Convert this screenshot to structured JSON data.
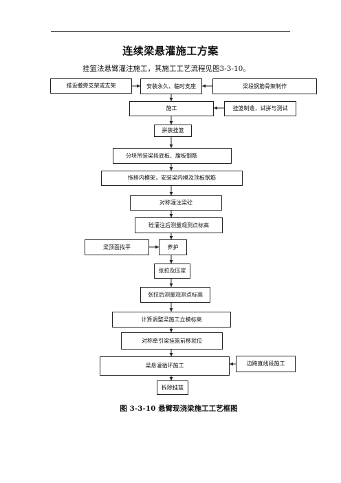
{
  "document": {
    "title": "连续梁悬灌施工方案",
    "intro": "挂篮法悬臂灌注施工，其施工工艺流程见图3-3-10。",
    "caption": "图 3-3-10   悬臂现浇梁施工工艺框图"
  },
  "flowchart": {
    "nodes": {
      "n1": "搭设撒旁支架或支架",
      "n2": "安装永久、临时支座",
      "n3": "梁段钢筋骨架制作",
      "n4": "施工",
      "n5": "挂篮制造，试拼与测试",
      "n6": "拼装挂篮",
      "n7": "分块吊装梁段底板、腹板钢筋",
      "n8": "拖移内模架，安装梁内模及顶板钢筋",
      "n9": "对称灌注梁砼",
      "n10": "砼灌注后测量观测点标高",
      "n11": "梁顶面找平",
      "n12": "养护",
      "n13": "张拉及压浆",
      "n14": "张拉后测量观测点标高",
      "n15": "计算调整梁施工立模标高",
      "n16": "对称牵引梁挂篮前移就位",
      "n17": "梁悬灌循环施工",
      "n18": "边跨直线段施工",
      "n19": "拆除挂篮"
    }
  }
}
